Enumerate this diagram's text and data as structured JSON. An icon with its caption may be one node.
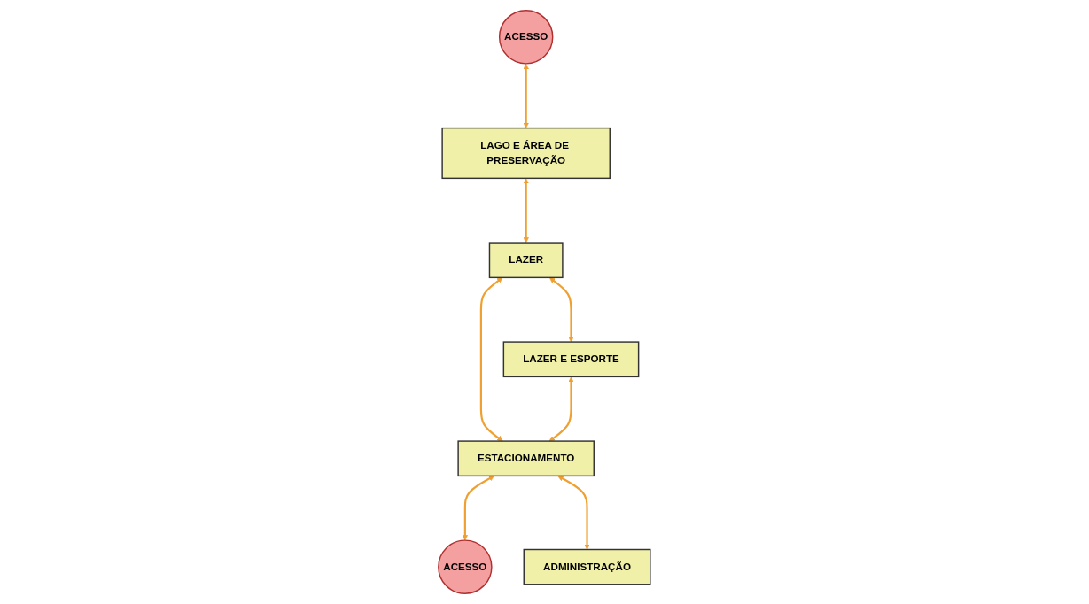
{
  "diagram": {
    "nodes": [
      {
        "text": [
          "ACESSO"
        ]
      },
      {
        "text": [
          "LAGO E ÁREA DE PRESERVAÇÃO"
        ]
      },
      {
        "text": [
          "LAZER"
        ]
      },
      {
        "text": [
          "ESTACIONAMENTO"
        ]
      },
      {
        "text": [
          "ACESSO"
        ]
      },
      {
        "text": [
          "LAZER E ESPORTE"
        ]
      },
      {
        "text": [
          "ADMINISTRAÇÃO"
        ]
      }
    ],
    "edges": [
      {
        "from": 0,
        "to": 1,
        "arrow": "both"
      },
      {
        "from": 1,
        "to": 2,
        "arrow": "both"
      },
      {
        "from": 2,
        "to": 5,
        "arrow": "both"
      },
      {
        "from": 2,
        "to": 3,
        "arrow": "both"
      },
      {
        "from": 5,
        "to": 3,
        "arrow": "both"
      },
      {
        "from": 3,
        "to": 4,
        "arrow": "both"
      },
      {
        "from": 3,
        "to": 6,
        "arrow": "both"
      }
    ]
  }
}
